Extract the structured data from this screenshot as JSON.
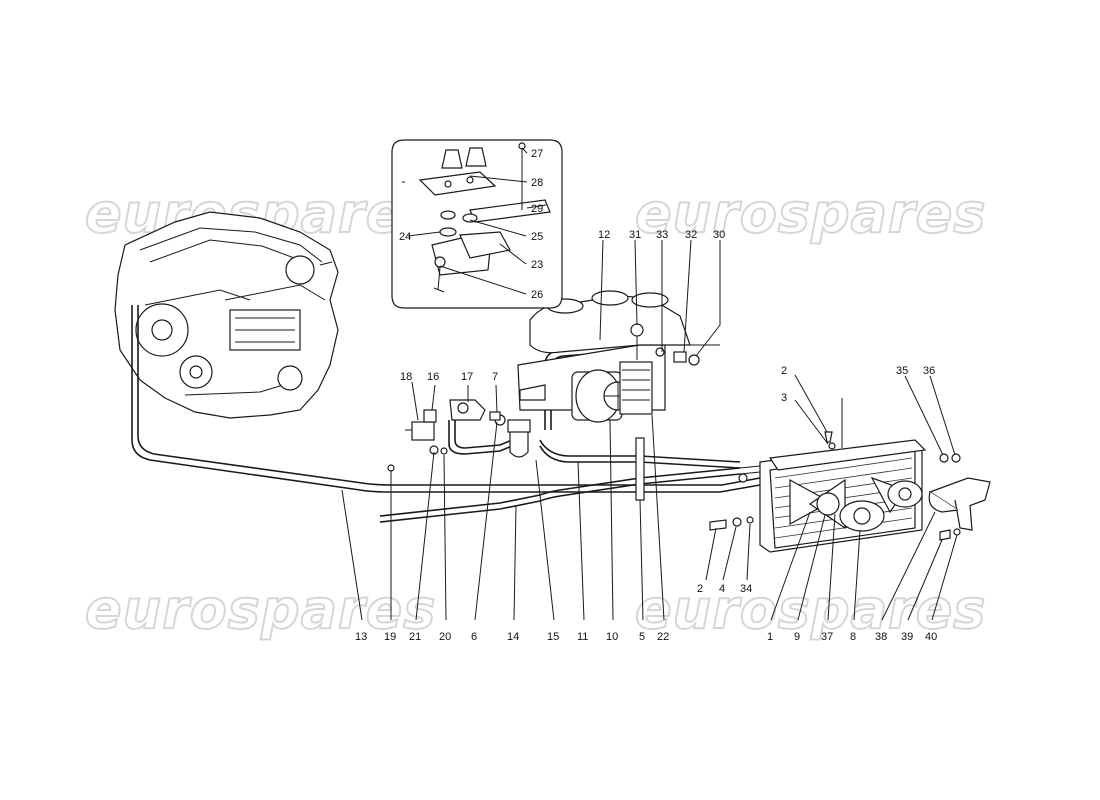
{
  "watermark": {
    "text": "eurospares",
    "color": "#d6d6d6"
  },
  "colors": {
    "line": "#1a1a1a",
    "background": "#ffffff"
  },
  "callouts": {
    "n1": "1",
    "n2": "2",
    "n3": "3",
    "n4": "4",
    "n5": "5",
    "n6": "6",
    "n7": "7",
    "n8": "8",
    "n9": "9",
    "n10": "10",
    "n11": "11",
    "n12": "12",
    "n13": "13",
    "n14": "14",
    "n15": "15",
    "n16": "16",
    "n17": "17",
    "n18": "18",
    "n19": "19",
    "n20": "20",
    "n21": "21",
    "n22": "22",
    "n23": "23",
    "n24": "24",
    "n25": "25",
    "n26": "26",
    "n27": "27",
    "n28": "28",
    "n29": "29",
    "n30": "30",
    "n31": "31",
    "n32": "32",
    "n33": "33",
    "n34": "34",
    "n35": "35",
    "n36": "36",
    "n37": "37",
    "n38": "38",
    "n39": "39",
    "n40": "40"
  }
}
